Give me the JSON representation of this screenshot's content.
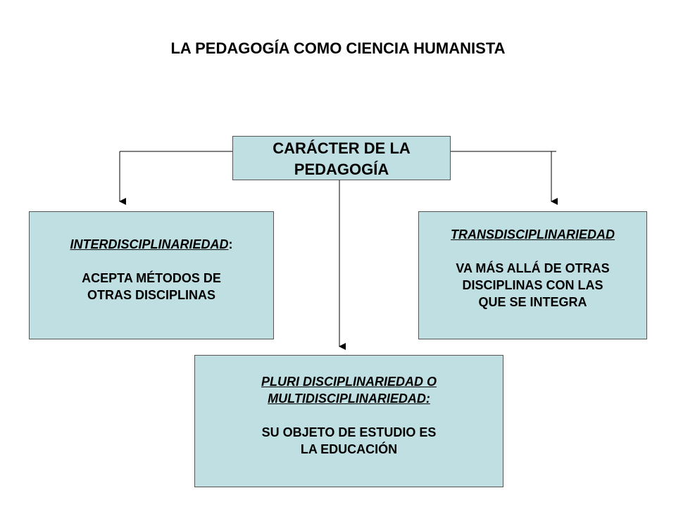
{
  "title": "LA PEDAGOGÍA COMO CIENCIA HUMANISTA",
  "center": {
    "lines": [
      "CARÁCTER DE LA",
      "PEDAGOGÍA"
    ]
  },
  "left": {
    "heading": "INTERDISCIPLINARIEDAD",
    "heading_suffix": ":",
    "lines": [
      "ACEPTA MÉTODOS DE",
      "OTRAS DISCIPLINAS"
    ]
  },
  "right": {
    "heading": "TRANSDISCIPLINARIEDAD",
    "lines": [
      "VA MÁS ALLÁ DE OTRAS",
      "DISCIPLINAS CON LAS",
      "QUE SE INTEGRA"
    ]
  },
  "bottom": {
    "headings": [
      "PLURI DISCIPLINARIEDAD O",
      "MULTIDISCIPLINARIEDAD:"
    ],
    "lines": [
      "SU OBJETO DE ESTUDIO ES",
      "LA EDUCACIÓN"
    ]
  },
  "colors": {
    "box_fill": "#bfdfe2",
    "box_border": "#555555",
    "connector": "#000000"
  }
}
